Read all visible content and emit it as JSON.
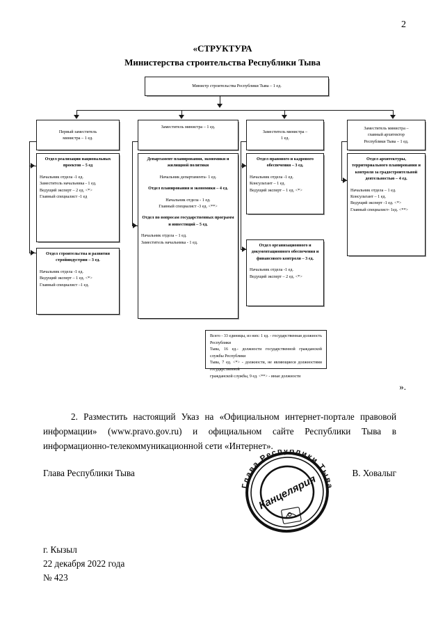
{
  "page": {
    "number": "2",
    "closing_quote": "»."
  },
  "title": {
    "line1": "«СТРУКТУРА",
    "line2": "Министерства строительства Республики Тыва"
  },
  "chart": {
    "root": {
      "label": "Министр строительства Республики Тыва – 1 ед."
    },
    "deputies": [
      {
        "label": "Первый заместитель\nминистра – 1 ед."
      },
      {
        "label": "Заместитель министра – 1 ед."
      },
      {
        "label": "Заместитель министра –\n1 ед."
      },
      {
        "label": "Заместитель министра –\nглавный архитектор\nРеспублики Тыва – 1 ед."
      }
    ],
    "units": [
      {
        "heading": "Отдел реализации национальных проектов – 5 ед",
        "positions": [
          "Начальник отдела -1 ед.",
          "Заместитель начальника - 1 ед.",
          "Ведущий эксперт – 2 ед. <*>",
          "Главный специалист -1 ед"
        ]
      },
      {
        "heading": "Отдел строительства и развития стройиндустрии – 3 ед.",
        "positions": [
          "Начальник отдела -1 ед.",
          "Ведущий эксперт – 1 ед. <*>",
          "Главный специалист –1 ед."
        ]
      },
      {
        "heading": "Департамент планирования, экономики и жилищной политики",
        "positions": [
          "Начальник департамента- 1 ед."
        ],
        "subheading1": "Отдел планирования и экономики – 4 ед.",
        "subpositions1": [
          "Начальник отдела - 1 ед.",
          "Главный специалист -3 ед. <**>"
        ],
        "subheading2": "Отдел по вопросам государственных программ и инвестиций – 5 ед.",
        "subpositions2": [
          "Начальник отдела – 1 ед.",
          "Заместитель начальника - 1 ед."
        ]
      },
      {
        "heading": "Отдел правового и кадрового обеспечения – 3 ед.",
        "positions": [
          "Начальник отдела -1 ед.",
          "Консультант – 1 ед.",
          "Ведущий эксперт – 1 ед. <*>"
        ]
      },
      {
        "heading": "Отдел организационного и документационного обеспечения и финансового контроля – 3 ед.",
        "positions": [
          "Начальник отдела -1 ед.",
          "Ведущий эксперт – 2 ед. <*>"
        ]
      },
      {
        "heading": "Отдел архитектуры, территориального планирования и контроля за градостроительной деятельностью – 4 ед.",
        "positions": [
          "Начальник отдела – 1 ед.",
          "Консультант – 1 ед.",
          "Ведущий эксперт -1 ед. <*>",
          "Главный специалист- 1ед. <**>"
        ]
      }
    ],
    "legend": {
      "line1": "Всего - 33 единицы, из них: 1 ед. - государственная должность Республики",
      "line2": "Тыва, 16 ед.- должности государственной гражданской службы Республики",
      "line3": "Тыва, 7 ед. <*> - должности, не являющиеся должностями государственной",
      "line4": "гражданской службы, 9 ед. <**> - иные должности"
    }
  },
  "body": {
    "paragraph": "2. Разместить настоящий Указ на «Официальном интернет-портале правовой информации» (www.pravo.gov.ru) и официальном сайте Республики Тыва в информационно-телекоммуникационной сети «Интернет»."
  },
  "signature": {
    "role": "Глава Республики Тыва",
    "name": "В. Ховалыг"
  },
  "stamp": {
    "ring_text": "Глава Республики Тыва",
    "center_text": "Канцелярия"
  },
  "place_date": {
    "city": "г. Кызыл",
    "date": "22 декабря 2022 года",
    "number": "№ 423"
  }
}
